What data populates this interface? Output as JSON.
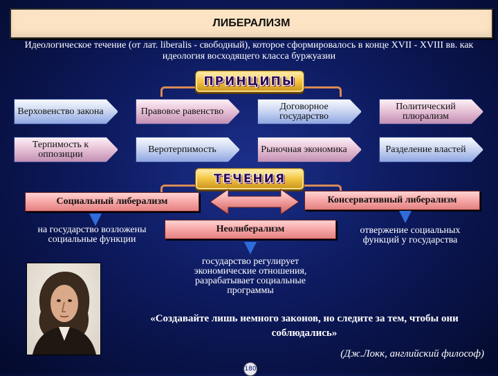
{
  "title": "ЛИБЕРАЛИЗМ",
  "definition": "Идеологическое течение (от лат. liberalis - свободный), которое сформировалось в конце XVII - XVIII вв. как идеология восходящего класса буржуазии",
  "sections": {
    "principles_label": "ПРИНЦИПЫ",
    "currents_label": "ТЕЧЕНИЯ"
  },
  "principles": [
    "Верховенство закона",
    "Правовое равенство",
    "Договорное государство",
    "Политический плюрализм",
    "Терпимость к оппозиции",
    "Веротерпимость",
    "Рыночная экономика",
    "Разделение властей"
  ],
  "currents": {
    "social": {
      "label": "Социальный либерализм",
      "note": "на государство возложены социальные функции"
    },
    "conservative": {
      "label": "Консервативный либерализм",
      "note": "отвержение социальных функций у государства"
    },
    "neo": {
      "label": "Неолиберализм",
      "note": "государство регулирует экономические отношения, разрабатывает социальные программы"
    }
  },
  "quote": {
    "text": "«Создавайте лишь немного законов, но следите за тем, чтобы они соблюдались»",
    "author": "(Дж.Локк, английский философ)"
  },
  "page_number": "180",
  "colors": {
    "background": "#0d1a5e",
    "title_bg": "#fbe3c3",
    "section_gold": "#f4c847",
    "current_box": "#f7a6a6",
    "arrow_blue": "#2f6cd9"
  }
}
